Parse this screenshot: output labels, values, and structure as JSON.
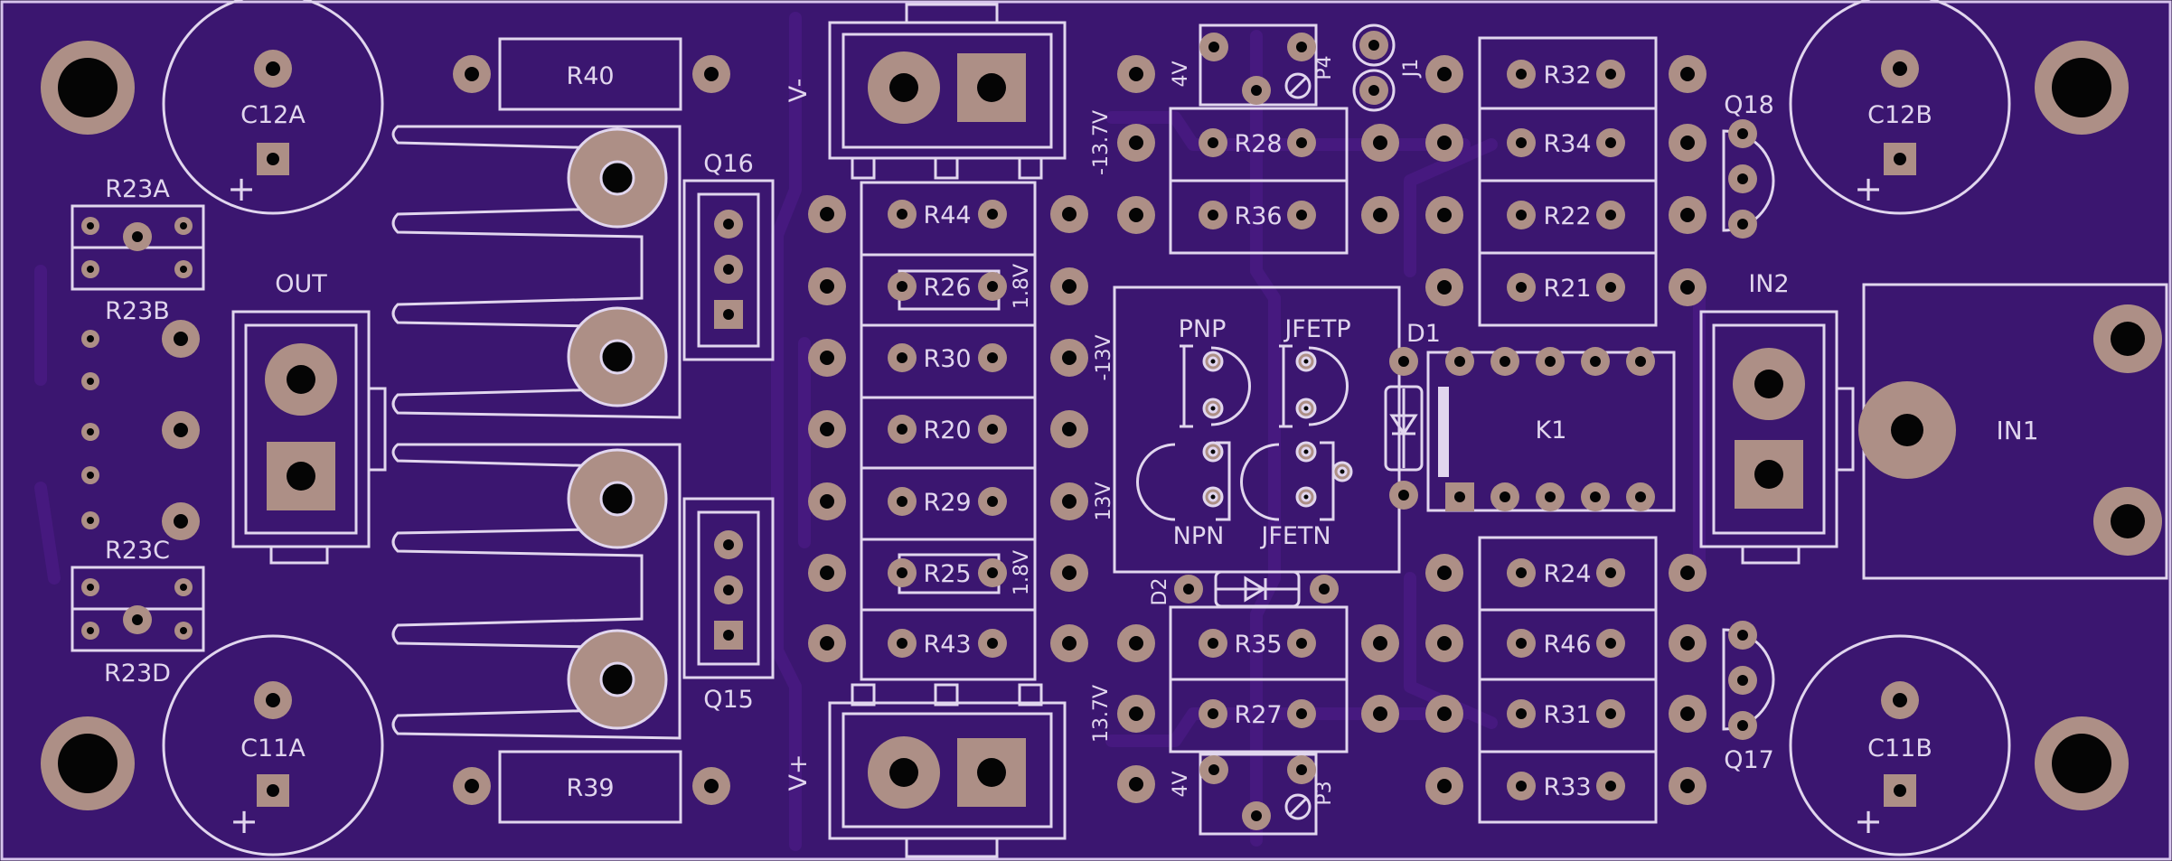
{
  "colors": {
    "board": "#3b1670",
    "trace": "#451b80",
    "copper": "#ad8f86",
    "silk": "#e1d6ee",
    "hole": "#050505",
    "edge": "#d6c3ec"
  },
  "labels": {
    "R40": "R40",
    "R39": "R39",
    "C12A": "C12A",
    "C11A": "C11A",
    "C12B": "C12B",
    "C11B": "C11B",
    "R23A": "R23A",
    "R23B": "R23B",
    "R23C": "R23C",
    "R23D": "R23D",
    "OUT": "OUT",
    "Q16": "Q16",
    "Q15": "Q15",
    "Q18": "Q18",
    "Q17": "Q17",
    "Vminus": "V-",
    "Vplus": "V+",
    "R44": "R44",
    "R26": "R26",
    "R30": "R30",
    "R20": "R20",
    "R29": "R29",
    "R25": "R25",
    "R43": "R43",
    "R28": "R28",
    "R36": "R36",
    "R35": "R35",
    "R27": "R27",
    "P4": "P4",
    "P3": "P3",
    "J1": "J1",
    "R32": "R32",
    "R34": "R34",
    "R22": "R22",
    "R21": "R21",
    "R24": "R24",
    "R46": "R46",
    "R31": "R31",
    "R33": "R33",
    "PNP": "PNP",
    "NPN": "NPN",
    "JFETP": "JFETP",
    "JFETN": "JFETN",
    "D1": "D1",
    "D2": "D2",
    "K1": "K1",
    "IN2": "IN2",
    "IN1": "IN1",
    "v18a": "1.8V",
    "v18b": "1.8V",
    "v13n": "-13V",
    "v13p": "13V",
    "v137n": "-13.7V",
    "v137p": "13.7V",
    "v4a": "4V",
    "v4b": "4V",
    "plus": "+"
  }
}
